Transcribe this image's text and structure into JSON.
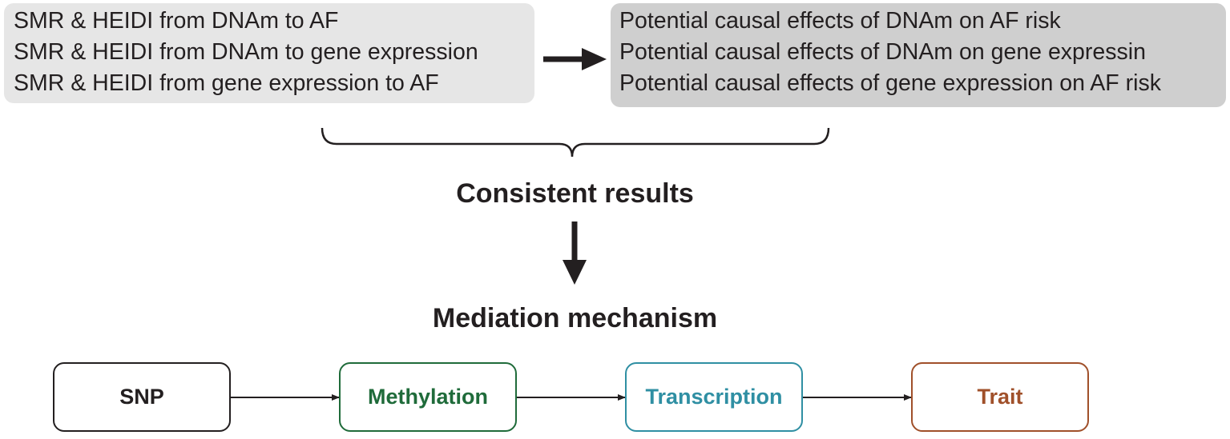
{
  "left_box": {
    "lines": [
      "SMR & HEIDI from DNAm to AF",
      "SMR & HEIDI from DNAm to gene expression",
      "SMR & HEIDI from gene expression to AF"
    ]
  },
  "right_box": {
    "lines": [
      "Potential causal effects of DNAm on AF risk",
      "Potential causal effects of DNAm on gene expressin",
      "Potential causal effects of gene expression on AF risk"
    ]
  },
  "consistent_label": "Consistent results",
  "mediation_label": "Mediation mechanism",
  "chain": [
    {
      "label": "SNP",
      "color": "#231f20"
    },
    {
      "label": "Methylation",
      "color": "#1f6b3a"
    },
    {
      "label": "Transcription",
      "color": "#2f8fa3"
    },
    {
      "label": "Trait",
      "color": "#a0502a"
    }
  ],
  "colors": {
    "text": "#231f20",
    "left_box_fill": "#e6e6e6",
    "right_box_fill": "#cfcfcf"
  }
}
